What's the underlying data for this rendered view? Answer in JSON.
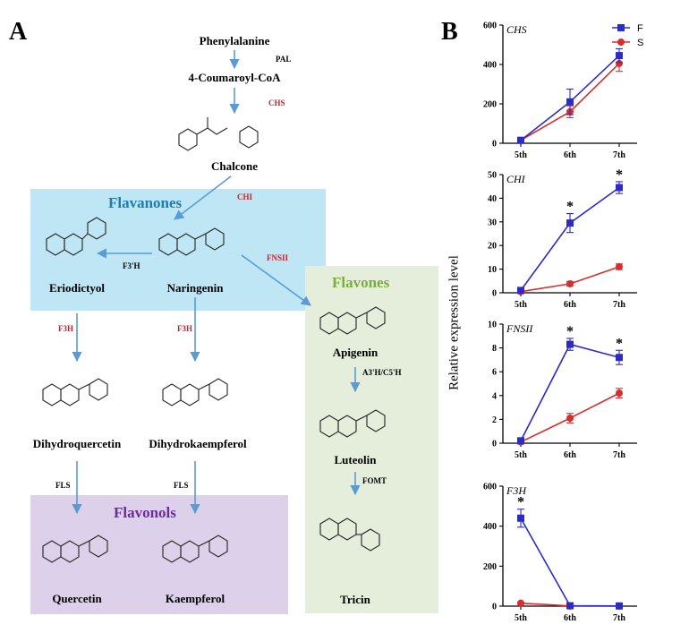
{
  "panel_a": {
    "letter": "A",
    "compounds": {
      "phenylalanine": "Phenylalanine",
      "coumaroyl": "4-Coumaroyl-CoA",
      "chalcone": "Chalcone",
      "eriodictyol": "Eriodictyol",
      "naringenin": "Naringenin",
      "apigenin": "Apigenin",
      "dihydroquercetin": "Dihydroquercetin",
      "dihydrokaempferol": "Dihydrokaempferol",
      "luteolin": "Luteolin",
      "quercetin": "Quercetin",
      "kaempferol": "Kaempferol",
      "tricin": "Tricin"
    },
    "enzymes": {
      "pal": "PAL",
      "chs": "CHS",
      "chi": "CHI",
      "f3h_prime": "F3'H",
      "fnsii": "FNSII",
      "f3h_left": "F3H",
      "f3h_right": "F3H",
      "a3h": "A3'H/C5'H",
      "fls_left": "FLS",
      "fls_right": "FLS",
      "fomt": "FOMT"
    },
    "groups": {
      "flavanones": "Flavanones",
      "flavones": "Flavones",
      "flavonols": "Flavonols"
    },
    "colors": {
      "flavanones_box": "#bfe6f5",
      "flavones_box": "#e4eedb",
      "flavonols_box": "#ddd0ea",
      "flavanones_title": "#1f7cae",
      "flavones_title": "#7aad3e",
      "flavonols_title": "#6a2c9e",
      "arrow": "#5b9bd5",
      "enzyme_red": "#c0262c"
    }
  },
  "panel_b": {
    "letter": "B",
    "ylabel": "Relative expression level",
    "legend": [
      {
        "name": "F",
        "color": "#2b2bc8",
        "marker": "square"
      },
      {
        "name": "S",
        "color": "#d62e2e",
        "marker": "circle"
      }
    ]
  },
  "chart_data": [
    {
      "type": "line",
      "name": "CHS",
      "categories": [
        "5th",
        "6th",
        "7th"
      ],
      "ylim": [
        0,
        600
      ],
      "yticks": [
        0,
        200,
        400,
        600
      ],
      "series": [
        {
          "name": "F",
          "values": [
            15,
            210,
            445
          ],
          "errors": [
            5,
            65,
            35
          ]
        },
        {
          "name": "S",
          "values": [
            15,
            160,
            405
          ],
          "errors": [
            5,
            30,
            40
          ]
        }
      ],
      "stars": []
    },
    {
      "type": "line",
      "name": "CHI",
      "categories": [
        "5th",
        "6th",
        "7th"
      ],
      "ylim": [
        0,
        50
      ],
      "yticks": [
        0,
        10,
        20,
        30,
        40,
        50
      ],
      "series": [
        {
          "name": "F",
          "values": [
            1,
            29.5,
            44.5
          ],
          "errors": [
            0.3,
            4,
            2.5
          ]
        },
        {
          "name": "S",
          "values": [
            0.5,
            3.8,
            11
          ],
          "errors": [
            0.2,
            1,
            1.2
          ]
        }
      ],
      "stars": [
        1,
        2
      ]
    },
    {
      "type": "line",
      "name": "FNSII",
      "categories": [
        "5th",
        "6th",
        "7th"
      ],
      "ylim": [
        0,
        10
      ],
      "yticks": [
        0,
        2,
        4,
        6,
        8,
        10
      ],
      "series": [
        {
          "name": "F",
          "values": [
            0.2,
            8.3,
            7.2
          ],
          "errors": [
            0.05,
            0.5,
            0.6
          ]
        },
        {
          "name": "S",
          "values": [
            0.1,
            2.1,
            4.2
          ],
          "errors": [
            0.05,
            0.4,
            0.4
          ]
        }
      ],
      "stars": [
        1,
        2
      ]
    },
    {
      "type": "line",
      "name": "F3H",
      "categories": [
        "5th",
        "6th",
        "7th"
      ],
      "ylim": [
        0,
        600
      ],
      "yticks": [
        0,
        200,
        400,
        600
      ],
      "series": [
        {
          "name": "F",
          "values": [
            440,
            2,
            1
          ],
          "errors": [
            45,
            1,
            1
          ]
        },
        {
          "name": "S",
          "values": [
            15,
            1,
            1
          ],
          "errors": [
            5,
            1,
            1
          ]
        }
      ],
      "stars": [
        0
      ]
    }
  ]
}
